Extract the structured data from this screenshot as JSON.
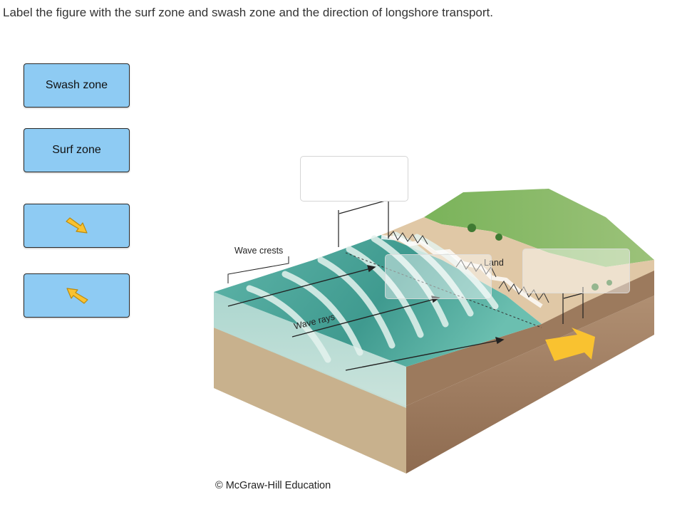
{
  "prompt": "Label the figure with the surf zone and swash zone and the direction of longshore transport.",
  "chips": [
    {
      "label": "Swash zone",
      "kind": "text"
    },
    {
      "label": "Surf zone",
      "kind": "text"
    },
    {
      "label": "",
      "kind": "arrow",
      "icon": "arrow-down-right-icon"
    },
    {
      "label": "",
      "kind": "arrow",
      "icon": "arrow-up-left-icon"
    }
  ],
  "figure": {
    "wave_crests_label": "Wave crests",
    "wave_rays_label": "Wave rays",
    "land_label": "Land",
    "credit": "© McGraw-Hill Education"
  },
  "colors": {
    "chip_fill": "#8ecbf3",
    "water": "#4fa79c",
    "crest_light": "#d8efe8",
    "beach": "#dcc3a0",
    "land_green": "#7bb25a",
    "soil": "#a98668",
    "arrow_yellow": "#f9c230"
  }
}
